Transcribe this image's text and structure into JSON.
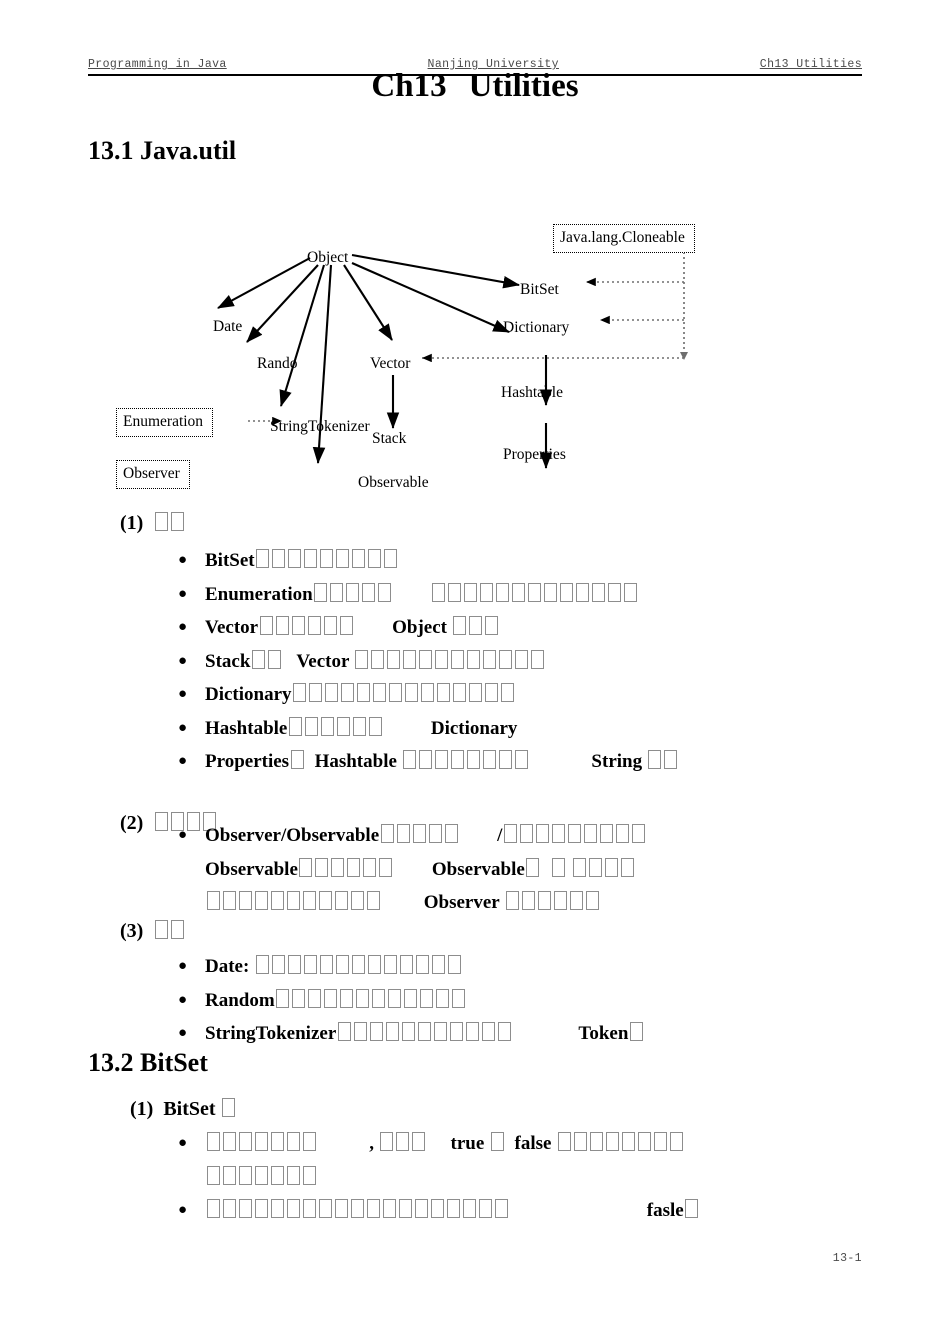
{
  "header": {
    "left": "Programming in Java",
    "center": "Nanjing University",
    "right": "Ch13 Utilities"
  },
  "title": {
    "part1": "Ch13",
    "part2": "Utilities"
  },
  "sections": {
    "s1_heading": "13.1 Java.util",
    "s2_heading": "13.2 BitSet"
  },
  "diagram": {
    "nodes": [
      {
        "id": "object",
        "label": "Object"
      },
      {
        "id": "date",
        "label": "Date"
      },
      {
        "id": "rando",
        "label": "Rando"
      },
      {
        "id": "stringtokenizer",
        "label": "StringTokenizer"
      },
      {
        "id": "observable",
        "label": "Observable"
      },
      {
        "id": "vector",
        "label": "Vector"
      },
      {
        "id": "stack",
        "label": "Stack"
      },
      {
        "id": "bitset",
        "label": "BitSet"
      },
      {
        "id": "dictionary",
        "label": "Dictionary"
      },
      {
        "id": "hashtable",
        "label": "Hashtable"
      },
      {
        "id": "properties",
        "label": "Properties"
      }
    ],
    "interfaces": [
      {
        "id": "cloneable",
        "label": "Java.lang.Cloneable"
      },
      {
        "id": "enumeration",
        "label": "Enumeration"
      },
      {
        "id": "observer",
        "label": "Observer"
      }
    ]
  },
  "content": {
    "g1": {
      "num": "(1)",
      "title_tofu": 2,
      "items": [
        {
          "segments": [
            {
              "t": "text",
              "v": "BitSet"
            },
            {
              "t": "tofu",
              "n": 9
            }
          ]
        },
        {
          "segments": [
            {
              "t": "text",
              "v": "Enumeration"
            },
            {
              "t": "tofu",
              "n": 5
            },
            {
              "t": "space",
              "v": "        "
            },
            {
              "t": "tofu",
              "n": 13
            }
          ]
        },
        {
          "segments": [
            {
              "t": "text",
              "v": "Vector"
            },
            {
              "t": "tofu",
              "n": 6
            },
            {
              "t": "space",
              "v": "        "
            },
            {
              "t": "text",
              "v": "Object "
            },
            {
              "t": "tofu",
              "n": 3
            }
          ]
        },
        {
          "segments": [
            {
              "t": "text",
              "v": "Stack"
            },
            {
              "t": "tofu",
              "n": 2
            },
            {
              "t": "space",
              "v": "   "
            },
            {
              "t": "text",
              "v": "Vector "
            },
            {
              "t": "tofu",
              "n": 12
            }
          ]
        },
        {
          "segments": [
            {
              "t": "text",
              "v": "Dictionary"
            },
            {
              "t": "tofu",
              "n": 14
            }
          ]
        },
        {
          "segments": [
            {
              "t": "text",
              "v": "Hashtable"
            },
            {
              "t": "tofu",
              "n": 6
            },
            {
              "t": "space",
              "v": "          "
            },
            {
              "t": "text",
              "v": "Dictionary"
            }
          ]
        },
        {
          "segments": [
            {
              "t": "text",
              "v": "Properties"
            },
            {
              "t": "tofu",
              "n": 1
            },
            {
              "t": "space",
              "v": "  "
            },
            {
              "t": "text",
              "v": "Hashtable "
            },
            {
              "t": "tofu",
              "n": 8
            },
            {
              "t": "space",
              "v": "             "
            },
            {
              "t": "text",
              "v": "String "
            },
            {
              "t": "tofu",
              "n": 2
            }
          ]
        }
      ]
    },
    "g2": {
      "num": "(2)",
      "title_tofu": 4,
      "items": [
        {
          "lines": [
            {
              "segments": [
                {
                  "t": "text",
                  "v": "Observer/Observable"
                },
                {
                  "t": "tofu",
                  "n": 5
                },
                {
                  "t": "space",
                  "v": "        "
                },
                {
                  "t": "text",
                  "v": "/"
                },
                {
                  "t": "tofu",
                  "n": 9
                }
              ]
            },
            {
              "segments": [
                {
                  "t": "text",
                  "v": "Observable"
                },
                {
                  "t": "tofu",
                  "n": 6
                },
                {
                  "t": "space",
                  "v": "        "
                },
                {
                  "t": "text",
                  "v": "Observable"
                },
                {
                  "t": "tofu",
                  "n": 1
                },
                {
                  "t": "space",
                  "v": "  "
                },
                {
                  "t": "tofu",
                  "n": 1
                },
                {
                  "t": "space",
                  "v": " "
                },
                {
                  "t": "tofu",
                  "n": 4
                }
              ]
            },
            {
              "segments": [
                {
                  "t": "tofu",
                  "n": 11
                },
                {
                  "t": "space",
                  "v": "         "
                },
                {
                  "t": "text",
                  "v": "Observer "
                },
                {
                  "t": "tofu",
                  "n": 6
                }
              ]
            }
          ]
        }
      ]
    },
    "g3": {
      "num": "(3)",
      "title_tofu": 2,
      "items": [
        {
          "segments": [
            {
              "t": "text",
              "v": "Date: "
            },
            {
              "t": "tofu",
              "n": 13
            }
          ]
        },
        {
          "segments": [
            {
              "t": "text",
              "v": "Random"
            },
            {
              "t": "tofu",
              "n": 12
            }
          ]
        },
        {
          "segments": [
            {
              "t": "text",
              "v": "StringTokenizer"
            },
            {
              "t": "tofu",
              "n": 11
            },
            {
              "t": "space",
              "v": "              "
            },
            {
              "t": "text",
              "v": "Token"
            },
            {
              "t": "tofu",
              "n": 1
            }
          ]
        }
      ]
    },
    "g4": {
      "num": "(1)",
      "title_text": "BitSet ",
      "title_tofu": 1,
      "items": [
        {
          "lines": [
            {
              "segments": [
                {
                  "t": "tofu",
                  "n": 7
                },
                {
                  "t": "space",
                  "v": "           "
                },
                {
                  "t": "text",
                  "v": ", "
                },
                {
                  "t": "tofu",
                  "n": 3
                },
                {
                  "t": "space",
                  "v": "     "
                },
                {
                  "t": "text",
                  "v": "true "
                },
                {
                  "t": "tofu",
                  "n": 1
                },
                {
                  "t": "space",
                  "v": "  "
                },
                {
                  "t": "text",
                  "v": "false "
                },
                {
                  "t": "tofu",
                  "n": 8
                }
              ]
            },
            {
              "segments": [
                {
                  "t": "tofu",
                  "n": 7
                }
              ]
            }
          ]
        },
        {
          "segments": [
            {
              "t": "tofu",
              "n": 19
            },
            {
              "t": "space",
              "v": "                             "
            },
            {
              "t": "text",
              "v": "fasle"
            },
            {
              "t": "tofu",
              "n": 1
            }
          ]
        }
      ]
    }
  },
  "footer": {
    "page": "13-1"
  }
}
